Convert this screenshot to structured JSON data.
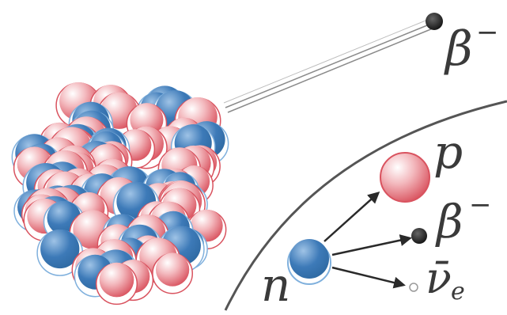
{
  "labels": {
    "beta_emitted": "β",
    "beta_emitted_sup": "−",
    "proton": "p",
    "beta_decay": "β",
    "beta_decay_sup": "−",
    "antineutrino": "ν̄",
    "antineutrino_sub": "e",
    "neutron": "n"
  },
  "colors": {
    "proton": "#d9535f",
    "proton_highlight": "#ffffff",
    "neutron": "#3d7ab8",
    "neutron_highlight": "#ffffff",
    "electron": "#2a2a2a",
    "text": "#3a3a3a",
    "boundary": "#555555"
  },
  "icons": [
    "nucleus-icon",
    "neutron-icon",
    "proton-icon",
    "electron-icon",
    "antineutrino-icon"
  ]
}
